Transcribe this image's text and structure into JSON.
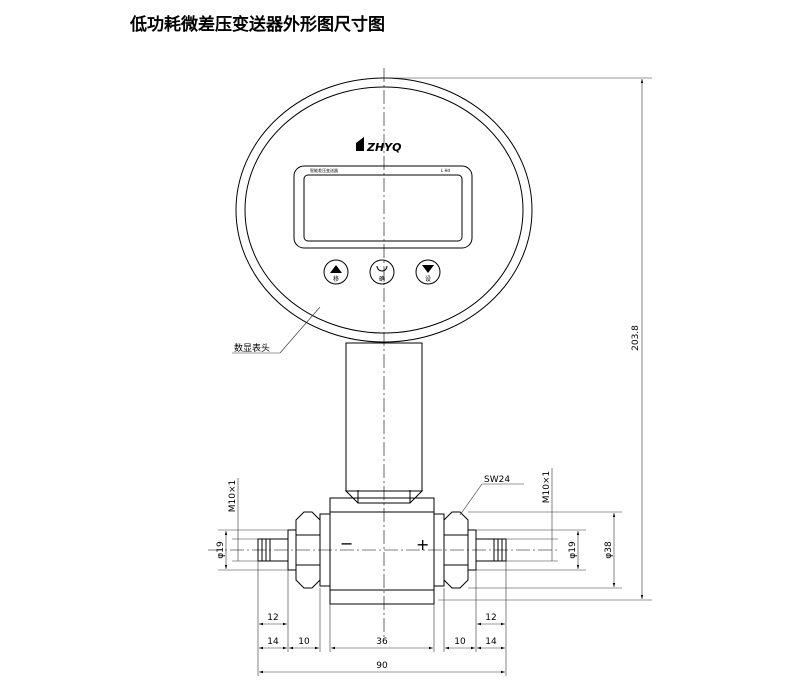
{
  "title": "低功耗微差压变送器外形图尺寸图",
  "brand": "ZHYQ",
  "display_small_left": "智能差压变送器",
  "display_small_right": "L Hd",
  "buttons": [
    {
      "label": "移",
      "icon": "up-arrow-icon"
    },
    {
      "label": "确",
      "icon": "enter-icon"
    },
    {
      "label": "设",
      "icon": "down-arrow-icon"
    }
  ],
  "callout_label": "数显表头",
  "wrench_label": "SW24",
  "minus_sign": "−",
  "plus_sign": "+",
  "dimensions": {
    "total_height": "203.8",
    "thread_left": "M10×1",
    "thread_right": "M10×1",
    "dia_left": "φ19",
    "dia_right": "φ19",
    "dia_body": "φ38",
    "len_12_left": "12",
    "len_12_right": "12",
    "len_14_left": "14",
    "len_10_left": "10",
    "len_36": "36",
    "len_10_right": "10",
    "len_14_right": "14",
    "len_90": "90"
  }
}
